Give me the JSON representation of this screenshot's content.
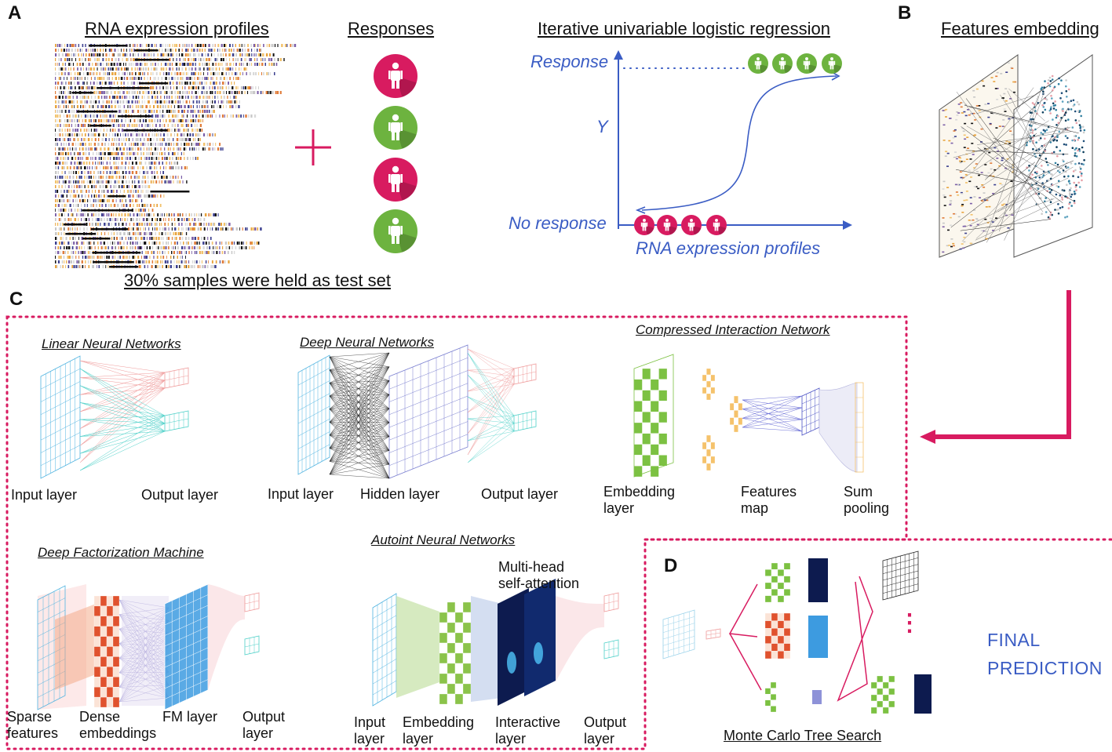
{
  "panels": {
    "a": "A",
    "b": "B",
    "c": "C",
    "d": "D"
  },
  "panel_a": {
    "rna_title": "RNA expression profiles",
    "responses_title": "Responses",
    "test_set_note": "30% samples were held as test set",
    "regression_title": "Iterative univariable logistic regression",
    "y_top_label": "Response",
    "y_axis_label": "Y",
    "y_bottom_label": "No response",
    "x_axis_label": "RNA expression profiles",
    "response_icons": [
      "no-response",
      "response",
      "no-response",
      "response"
    ],
    "colors": {
      "no_response": "#d81b60",
      "response": "#6db33f",
      "axis": "#3a5cc4"
    }
  },
  "panel_b": {
    "title": "Features embedding"
  },
  "panel_c": {
    "lnn": {
      "title": "Linear Neural Networks",
      "input": "Input layer",
      "output": "Output layer"
    },
    "dnn": {
      "title": "Deep Neural Networks",
      "input": "Input layer",
      "hidden": "Hidden layer",
      "output": "Output layer"
    },
    "cin": {
      "title": "Compressed Interaction Network",
      "embedding": "Embedding\nlayer",
      "features": "Features\nmap",
      "pooling": "Sum\npooling"
    },
    "dfm": {
      "title": "Deep Factorization Machine",
      "sparse": "Sparse\nfeatures",
      "dense": "Dense\nembeddings",
      "fm": "FM layer",
      "output": "Output\nlayer"
    },
    "autoint": {
      "title": "Autoint Neural Networks",
      "attention": "Multi-head\nself-attention",
      "input": "Input\nlayer",
      "embedding": "Embedding\nlayer",
      "interactive": "Interactive\nlayer",
      "output": "Output\nlayer"
    }
  },
  "panel_d": {
    "mcts_label": "Monte Carlo Tree Search",
    "final_prediction": "FINAL\nPREDICTION",
    "ellipsis": "⋮"
  },
  "accent_color": "#d81b60"
}
